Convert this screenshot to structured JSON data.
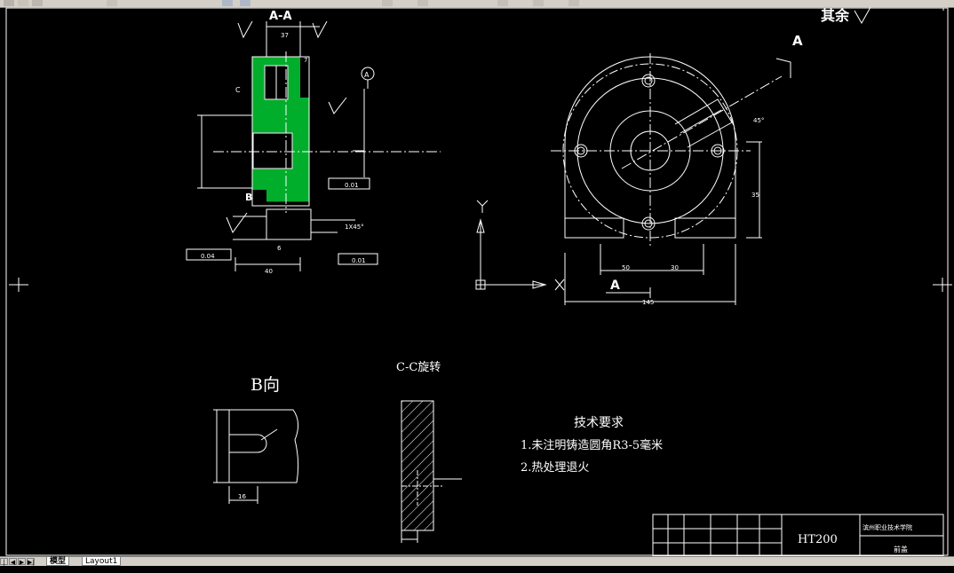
{
  "colors": {
    "background": "#000000",
    "lines": "#ffffff",
    "hatch": "#00cc33",
    "chrome": "#d4d0c8"
  },
  "section_aa": {
    "title": "A-A",
    "labels": {
      "c": "C",
      "b": "B",
      "a": "A"
    },
    "dims": {
      "d37": "37",
      "d7": "7",
      "d40": "40",
      "d1x45": "1X45°",
      "d6": "6"
    },
    "tolerances": {
      "perp": "0.01",
      "par": "0.04",
      "conc": "0.01"
    }
  },
  "main_view": {
    "section_mark": "A",
    "dims": {
      "d145": "145",
      "d50a": "50",
      "d50b": "30",
      "d35": "35",
      "d45deg": "45°"
    }
  },
  "other_notes": "其余",
  "view_b": {
    "title": "B向",
    "dims": {
      "d16": "16"
    }
  },
  "view_cc": {
    "title": "C-C旋转"
  },
  "tech_req": {
    "title": "技术要求",
    "items": [
      "1.未注明铸造圆角R3-5毫米",
      "2.热处理退火"
    ]
  },
  "title_block": {
    "material": "HT200",
    "school": "滨州职业技术学院",
    "part_name": "前盖"
  },
  "axes": {
    "y_label": "Y",
    "x_label": "X"
  },
  "layout_tabs": [
    "模型",
    "Layout1"
  ],
  "nav_buttons": [
    "|◀",
    "◀",
    "▶",
    "▶|"
  ]
}
